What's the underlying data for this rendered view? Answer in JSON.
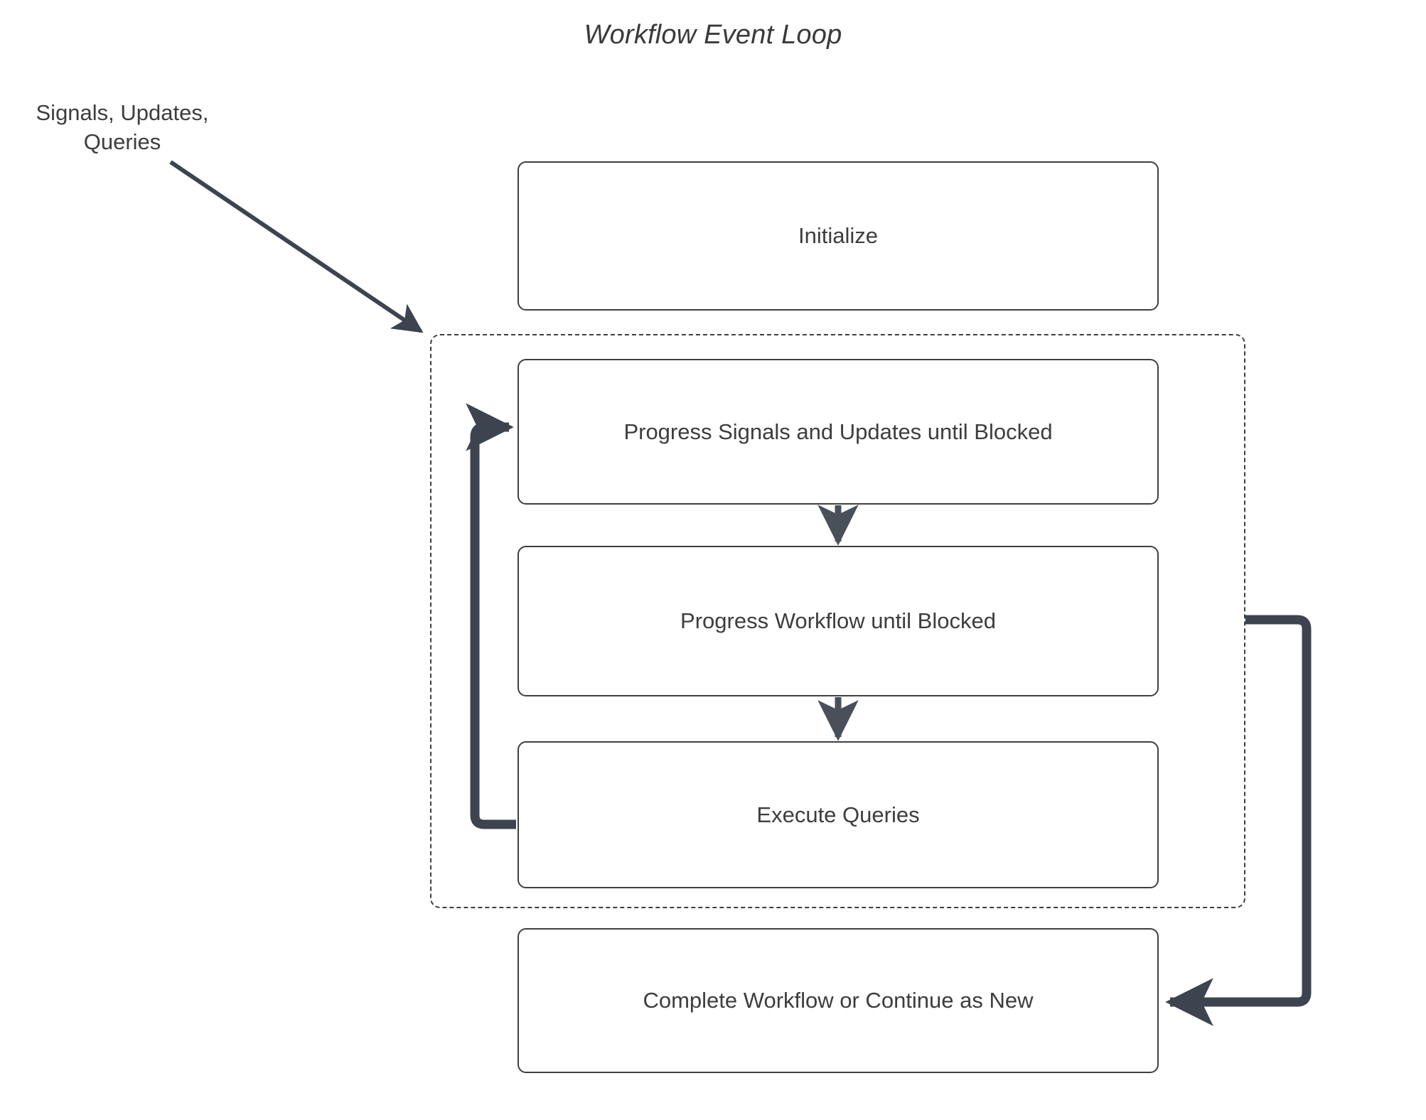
{
  "diagram": {
    "title": "Workflow Event Loop",
    "external_label": "Signals, Updates,\nQueries",
    "nodes": [
      {
        "id": "initialize",
        "label": "Initialize"
      },
      {
        "id": "progress-signals",
        "label": "Progress Signals and Updates until Blocked"
      },
      {
        "id": "progress-workflow",
        "label": "Progress Workflow until Blocked"
      },
      {
        "id": "execute-queries",
        "label": "Execute Queries"
      },
      {
        "id": "complete-workflow",
        "label": "Complete Workflow or Continue as New"
      }
    ],
    "colors": {
      "background": "#ffffff",
      "node_border": "#3f3f3f",
      "node_fill": "#ffffff",
      "text": "#3d3d3d",
      "thin_edge": "#3f3f3f",
      "thick_edge": "#3d4450",
      "dashed_border": "#3f3f3f"
    }
  }
}
